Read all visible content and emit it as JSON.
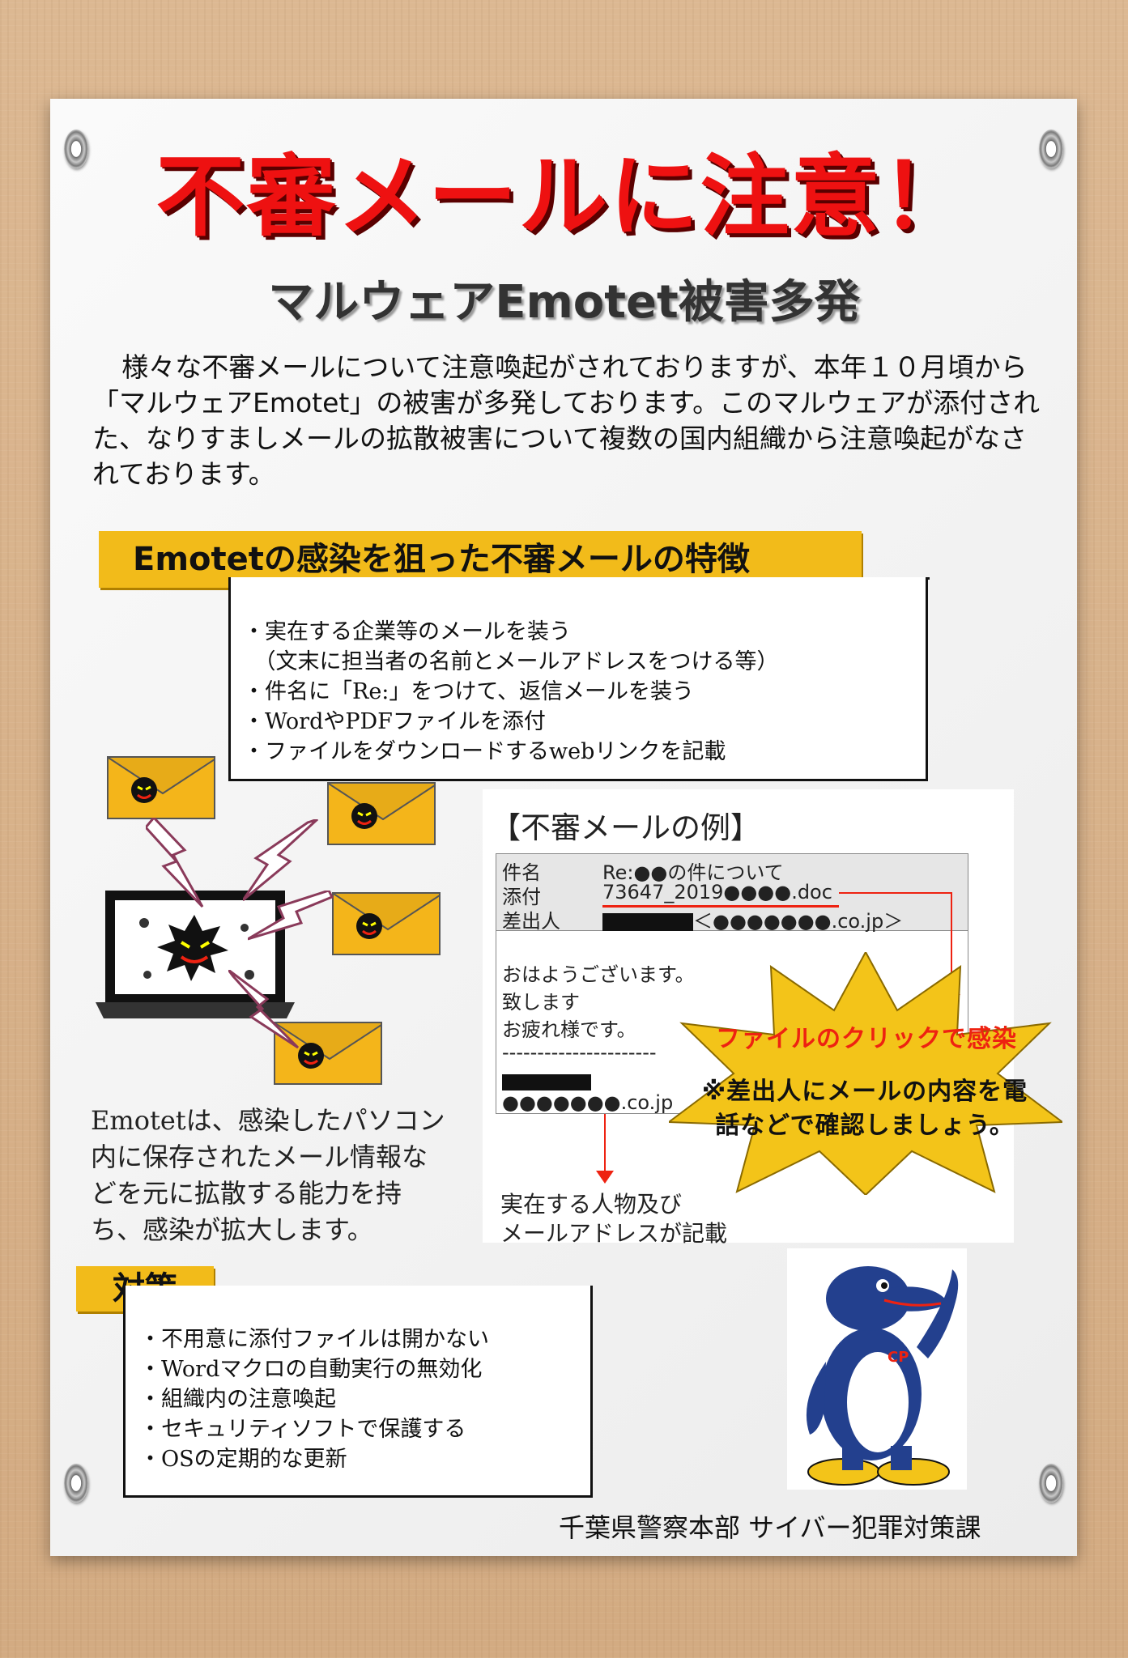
{
  "title": "不審メールに注意！",
  "subtitle": "マルウェアEmotet被害多発",
  "intro": "様々な不審メールについて注意喚起がされておりますが、本年１０月頃から「マルウェアEmotet」の被害が多発しております。このマルウェアが添付された、なりすましメールの拡散被害について複数の国内組織から注意喚起がなされております。",
  "features": {
    "heading": "Emotetの感染を狙った不審メールの特徴",
    "items": [
      "・実在する企業等のメールを装う",
      "　（文末に担当者の名前とメールアドレスをつける等）",
      "・件名に「Re:」をつけて、返信メールを装う",
      "・WordやPDFファイルを添付",
      "・ファイルをダウンロードするwebリンクを記載"
    ]
  },
  "emotet_description": "Emotetは、感染したパソコン内に保存されたメール情報などを元に拡散する能力を持ち、感染が拡大します。",
  "example": {
    "title": "【不審メールの例】",
    "header_labels": [
      "件名",
      "添付",
      "差出人"
    ],
    "subject": "Re:●●の件について",
    "attachment": "73647_2019●●●●.doc",
    "sender_prefix": "＜",
    "sender_suffix": "●●●●●●●.co.jp＞",
    "body_lines": [
      "おはようございます。",
      "致します",
      "お疲れ様です。",
      "----------------------"
    ],
    "signature_domain": "●●●●●●●.co.jp",
    "burst_warning": "ファイルのクリックで感染",
    "burst_note": "※差出人にメールの内容を電話などで確認しましょう。",
    "real_note": "実在する人物及び\nメールアドレスが記載"
  },
  "measures": {
    "heading": "対策",
    "items": [
      "・不用意に添付ファイルは開かない",
      "・Wordマクロの自動実行の無効化",
      "・組織内の注意喚起",
      "・セキュリティソフトで保護する",
      "・OSの定期的な更新"
    ]
  },
  "footer": "千葉県警察本部 サイバー犯罪対策課",
  "mascot_logo": "CP",
  "colors": {
    "title": "#ee1111",
    "accent": "#f2bb1a",
    "alert": "#e21"
  }
}
